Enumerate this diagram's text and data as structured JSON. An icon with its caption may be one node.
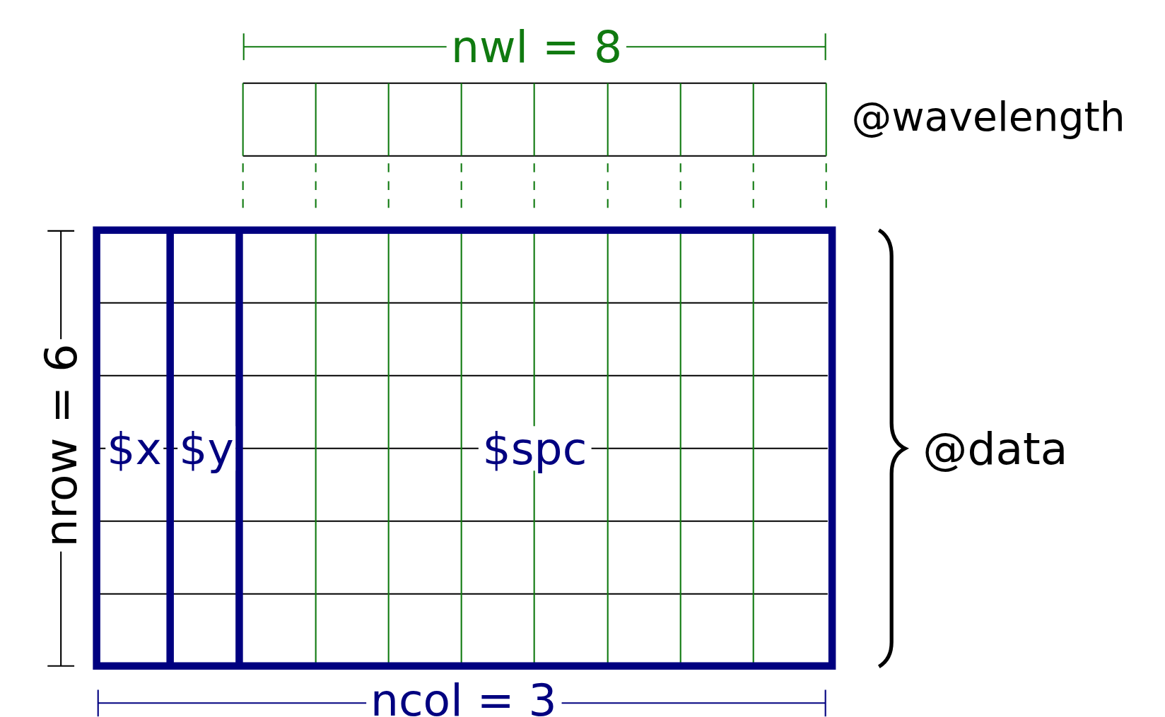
{
  "diagram": {
    "labels": [
      "nwl = 8",
      "@wavelength",
      "nrow = 6",
      "$x",
      "$y",
      "$spc",
      "@data",
      "ncol = 3"
    ]
  }
}
